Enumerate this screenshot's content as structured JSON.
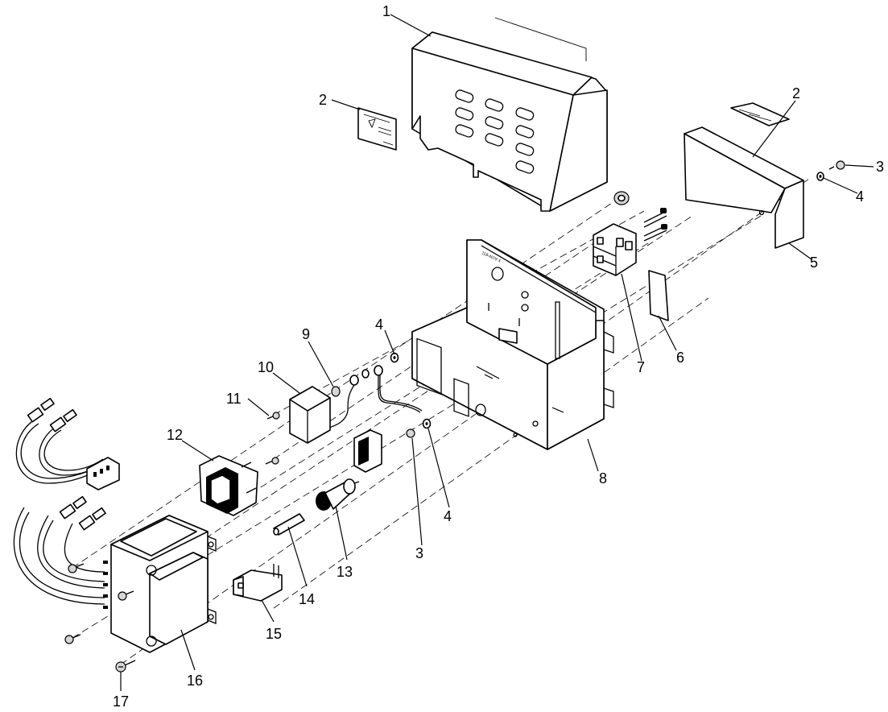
{
  "callouts": [
    {
      "id": "c1",
      "text": "1"
    },
    {
      "id": "c2a",
      "text": "2"
    },
    {
      "id": "c2b",
      "text": "2"
    },
    {
      "id": "c3a",
      "text": "3"
    },
    {
      "id": "c3b",
      "text": "3"
    },
    {
      "id": "c4a",
      "text": "4"
    },
    {
      "id": "c4b",
      "text": "4"
    },
    {
      "id": "c4c",
      "text": "4"
    },
    {
      "id": "c5",
      "text": "5"
    },
    {
      "id": "c6",
      "text": "6"
    },
    {
      "id": "c7",
      "text": "7"
    },
    {
      "id": "c8",
      "text": "8"
    },
    {
      "id": "c9",
      "text": "9"
    },
    {
      "id": "c10",
      "text": "10"
    },
    {
      "id": "c11",
      "text": "11"
    },
    {
      "id": "c12",
      "text": "12"
    },
    {
      "id": "c13",
      "text": "13"
    },
    {
      "id": "c14",
      "text": "14"
    },
    {
      "id": "c15",
      "text": "15"
    },
    {
      "id": "c16",
      "text": "16"
    },
    {
      "id": "c17",
      "text": "17"
    }
  ],
  "chassis_stamp": "118-4079 X"
}
